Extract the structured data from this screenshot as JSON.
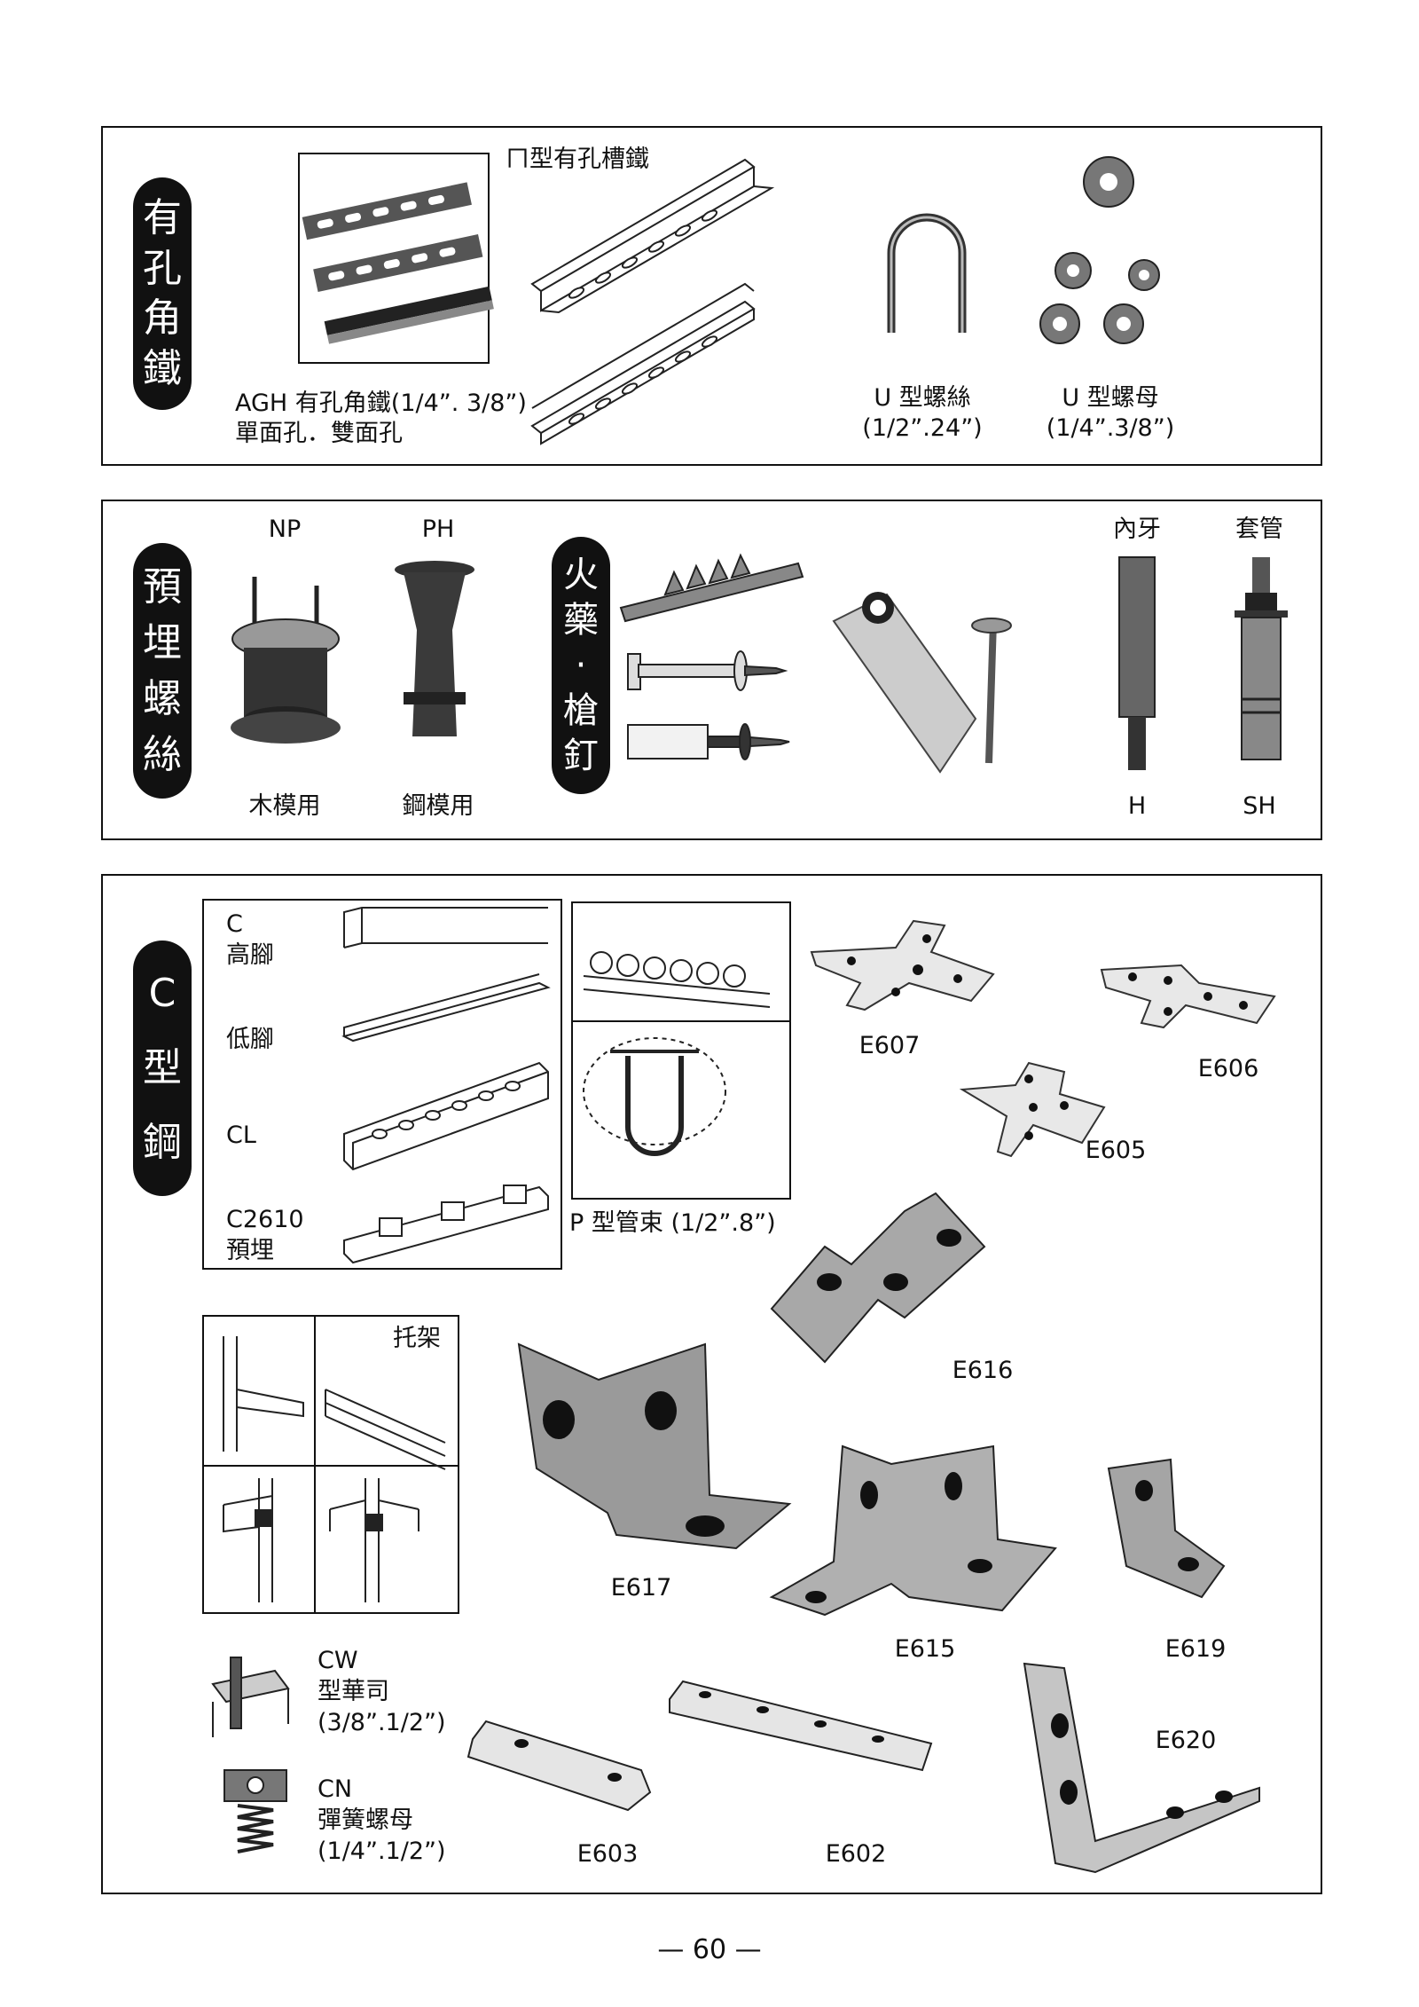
{
  "section1": {
    "title_chars": [
      "有",
      "孔",
      "角",
      "鐵"
    ],
    "channel_label": "ㄇ型有孔槽鐵",
    "agh_line1": "AGH 有孔角鐵(1/4”. 3/8”)",
    "agh_line2": "單面孔．雙面孔",
    "ubolt_line1": "U 型螺絲",
    "ubolt_line2": "(1/2”.24”)",
    "unut_line1": "U 型螺母",
    "unut_line2": "(1/4”.3/8”)"
  },
  "section2": {
    "title_chars": [
      "預",
      "埋",
      "螺",
      "絲"
    ],
    "np": "NP",
    "ph": "PH",
    "np_sub": "木模用",
    "ph_sub": "鋼模用",
    "title2_chars": [
      "火",
      "藥",
      "·",
      "槍",
      "釘"
    ],
    "inner_thread": "內牙",
    "sleeve": "套管",
    "h": "H",
    "sh": "SH"
  },
  "section3": {
    "title_chars": [
      "C",
      "型",
      "鋼"
    ],
    "c_high_1": "C",
    "c_high_2": "高腳",
    "c_low": "低腳",
    "cl": "CL",
    "c2610_1": "C2610",
    "c2610_2": "預埋",
    "p_clamp": "P 型管束 (1/2”.8”)",
    "bracket": "托架",
    "cw_1": "CW",
    "cw_2": "型華司",
    "cw_3": "(3/8”.1/2”)",
    "cn_1": "CN",
    "cn_2": "彈簧螺母",
    "cn_3": "(1/4”.1/2”)",
    "e607": "E607",
    "e606": "E606",
    "e605": "E605",
    "e616": "E616",
    "e617": "E617",
    "e615": "E615",
    "e619": "E619",
    "e620": "E620",
    "e603": "E603",
    "e602": "E602"
  },
  "page_number": "— 60 —"
}
